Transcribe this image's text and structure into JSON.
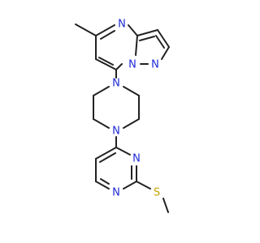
{
  "molecule": {
    "atoms": {
      "n_pz1": "N",
      "n_pz2": "N",
      "n_pz_top": "N",
      "n_pip_top": "N",
      "n_pip_bot": "N",
      "n_pym1": "N",
      "n_pym2": "N",
      "s_thio": "S"
    }
  },
  "colors": {
    "nitrogen": "#1f2bd6",
    "sulfur": "#c9a400",
    "bond": "#222222",
    "background": "#ffffff"
  }
}
